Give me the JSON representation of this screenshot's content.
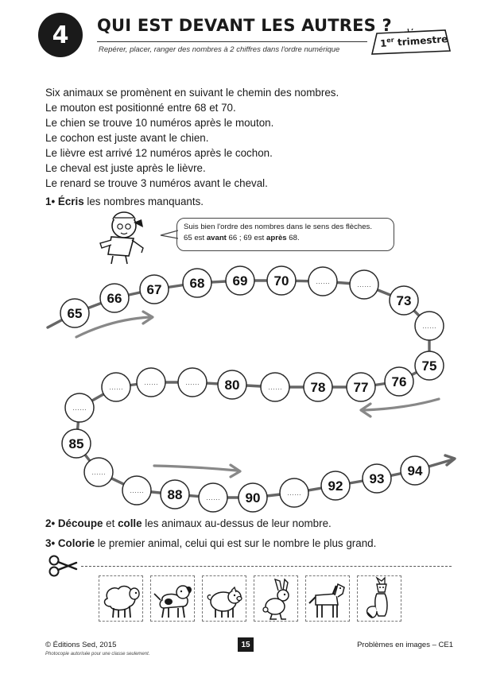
{
  "header": {
    "lesson_number": "4",
    "title": "QUI EST DEVANT LES AUTRES ?",
    "subtitle": "Repérer, placer, ranger des nombres à 2 chiffres dans l'ordre numérique",
    "term_tag_num": "1",
    "term_tag_sup": "er",
    "term_tag_word": "trimestre"
  },
  "intro_lines": [
    "Six animaux se promènent en suivant le chemin des nombres.",
    "Le mouton est positionné entre 68 et 70.",
    "Le chien se trouve 10 numéros après le mouton.",
    "Le cochon est juste avant le chien.",
    "Le lièvre est arrivé 12 numéros après le cochon.",
    "Le cheval est juste après le lièvre.",
    "Le renard se trouve 3 numéros avant le cheval."
  ],
  "q1": {
    "num": "1",
    "bullet": "•",
    "verb": "Écris",
    "rest": " les nombres manquants."
  },
  "bubble": {
    "line1": "Suis bien l'ordre des nombres dans le sens des flèches.",
    "l2a": "65 est ",
    "l2b": "avant",
    "l2c": " 66 ; 69 est ",
    "l2d": "après",
    "l2e": " 68."
  },
  "path_circles": [
    {
      "label": "65"
    },
    {
      "label": "66"
    },
    {
      "label": "67"
    },
    {
      "label": "68"
    },
    {
      "label": "69"
    },
    {
      "label": "70"
    },
    {
      "label": "……"
    },
    {
      "label": "……"
    },
    {
      "label": "73"
    },
    {
      "label": "……"
    },
    {
      "label": "75"
    },
    {
      "label": "76"
    },
    {
      "label": "77"
    },
    {
      "label": "78"
    },
    {
      "label": "……"
    },
    {
      "label": "80"
    },
    {
      "label": "……"
    },
    {
      "label": "……"
    },
    {
      "label": "……"
    },
    {
      "label": "……"
    },
    {
      "label": "85"
    },
    {
      "label": "……"
    },
    {
      "label": "……"
    },
    {
      "label": "88"
    },
    {
      "label": "……"
    },
    {
      "label": "90"
    },
    {
      "label": "……"
    },
    {
      "label": "92"
    },
    {
      "label": "93"
    },
    {
      "label": "94"
    }
  ],
  "q2": {
    "num": "2",
    "bullet": "•",
    "verb1": "Découpe",
    "mid": " et ",
    "verb2": "colle",
    "rest": " les animaux au-dessus de leur nombre."
  },
  "q3": {
    "num": "3",
    "bullet": "•",
    "verb": "Colorie",
    "rest": " le premier animal, celui qui est sur le nombre le plus grand."
  },
  "animals": [
    "mouton-icon",
    "chien-icon",
    "cochon-icon",
    "lievre-icon",
    "cheval-icon",
    "renard-icon"
  ],
  "footer": {
    "copyright": "© Éditions Sed, 2015",
    "note": "Photocopie autorisée pour une classe seulement.",
    "page": "15",
    "book": "Problèmes en images – CE1"
  }
}
